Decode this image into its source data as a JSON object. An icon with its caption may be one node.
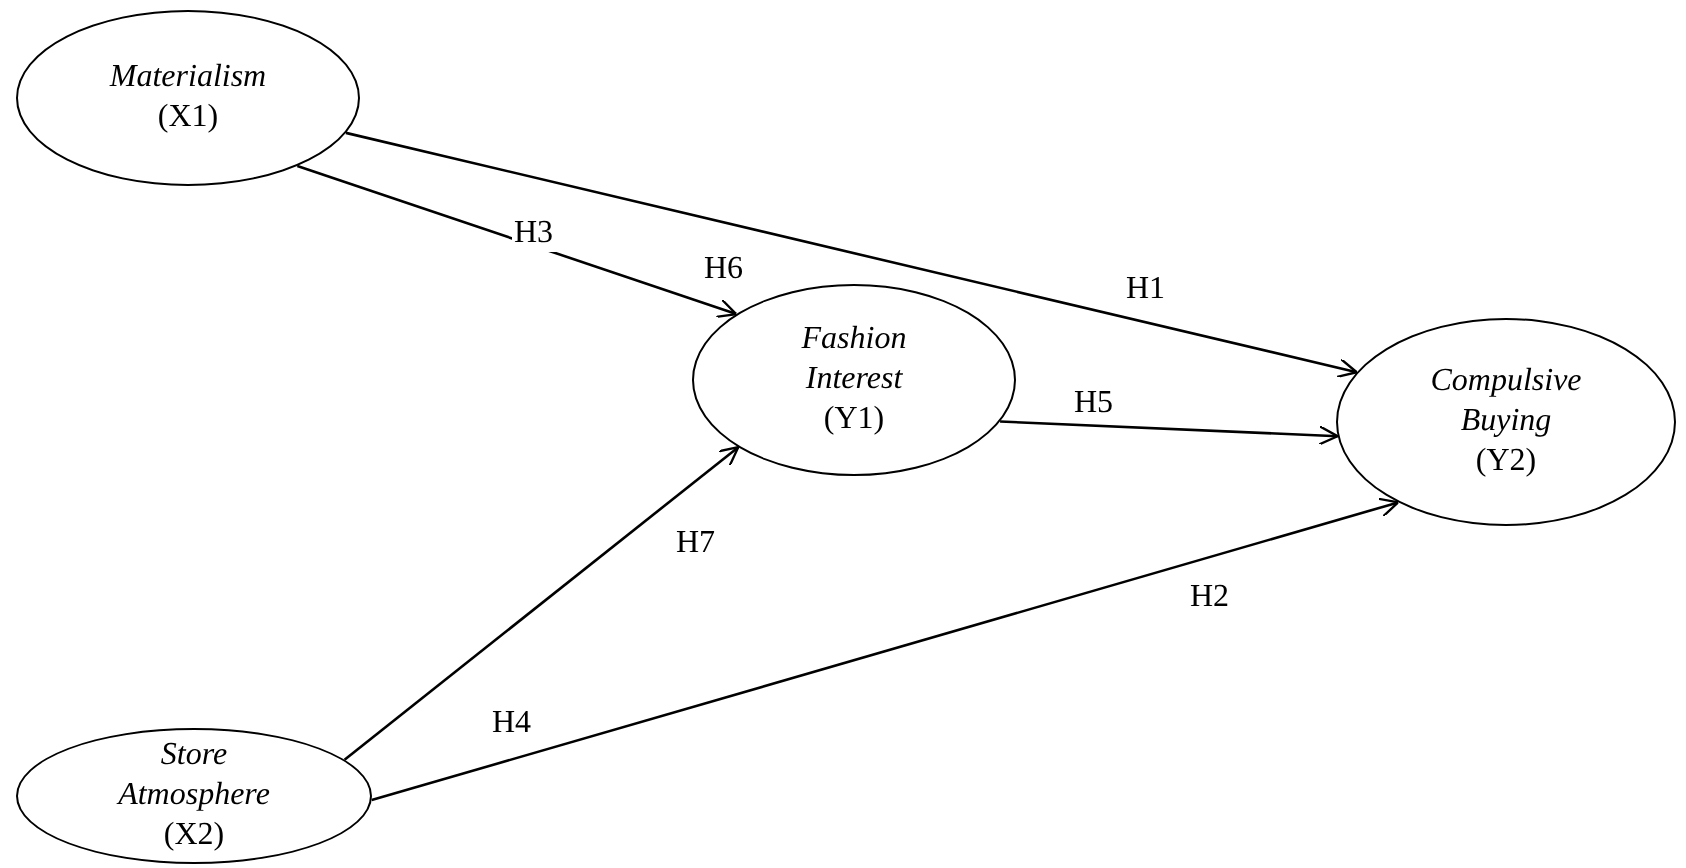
{
  "diagram": {
    "nodes": [
      {
        "text": [
          "Materialism",
          "(X1)"
        ]
      },
      {
        "text": [
          "Store Atmosphere",
          "(X2)"
        ]
      },
      {
        "text": [
          "Fashion Interest",
          "(Y1)"
        ]
      },
      {
        "text": [
          "Compulsive Buying",
          "(Y2)"
        ]
      }
    ],
    "edges": [
      {
        "from": 0,
        "to": 3,
        "arrow": "to",
        "label": "H1"
      },
      {
        "from": 0,
        "to": 2,
        "arrow": "to",
        "label": "H3"
      },
      {
        "from": 2,
        "to": 3,
        "arrow": "to",
        "label": "H5"
      },
      {
        "from": 1,
        "to": 2,
        "arrow": "to",
        "label": "H4"
      },
      {
        "from": 1,
        "to": 3,
        "arrow": "to",
        "label": "H2"
      }
    ],
    "labels": [
      "H6",
      "H7"
    ]
  }
}
